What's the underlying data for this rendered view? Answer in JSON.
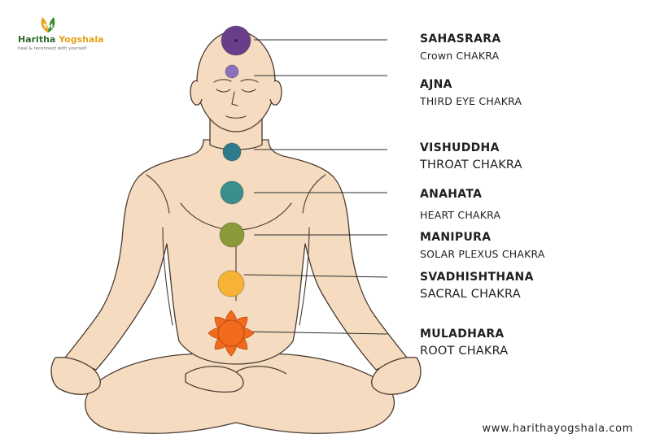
{
  "logo": {
    "name_part1": "Haritha",
    "name_part2": "Yogshala",
    "tagline": "heal & reconnect with yourself",
    "mark_letters": "YH"
  },
  "chakras": [
    {
      "name": "SAHASRARA",
      "subtitle": "Crown CHAKRA",
      "color": "#6a3d8a",
      "shape": "circle"
    },
    {
      "name": "AJNA",
      "subtitle": "THIRD EYE CHAKRA",
      "color": "#8e6fbf",
      "shape": "circle"
    },
    {
      "name": "VISHUDDHA",
      "subtitle": "THROAT CHAKRA",
      "color": "#2f7a8a",
      "shape": "circle"
    },
    {
      "name": "ANAHATA",
      "subtitle": "HEART CHAKRA",
      "color": "#3a8f8a",
      "shape": "circle"
    },
    {
      "name": "MANIPURA",
      "subtitle": "SOLAR PLEXUS CHAKRA",
      "color": "#8a9a3a",
      "shape": "circle"
    },
    {
      "name": "SVADHISHTHANA",
      "subtitle": "SACRAL CHAKRA",
      "color": "#f7b335",
      "shape": "circle"
    },
    {
      "name": "MULADHARA",
      "subtitle": "ROOT CHAKRA",
      "color": "#f26a1b",
      "shape": "lotus"
    }
  ],
  "website": "www.harithayogshala.com",
  "colors": {
    "skin": "#f5dcc0",
    "outline": "#4a3a30",
    "line": "#2b2b2b"
  }
}
